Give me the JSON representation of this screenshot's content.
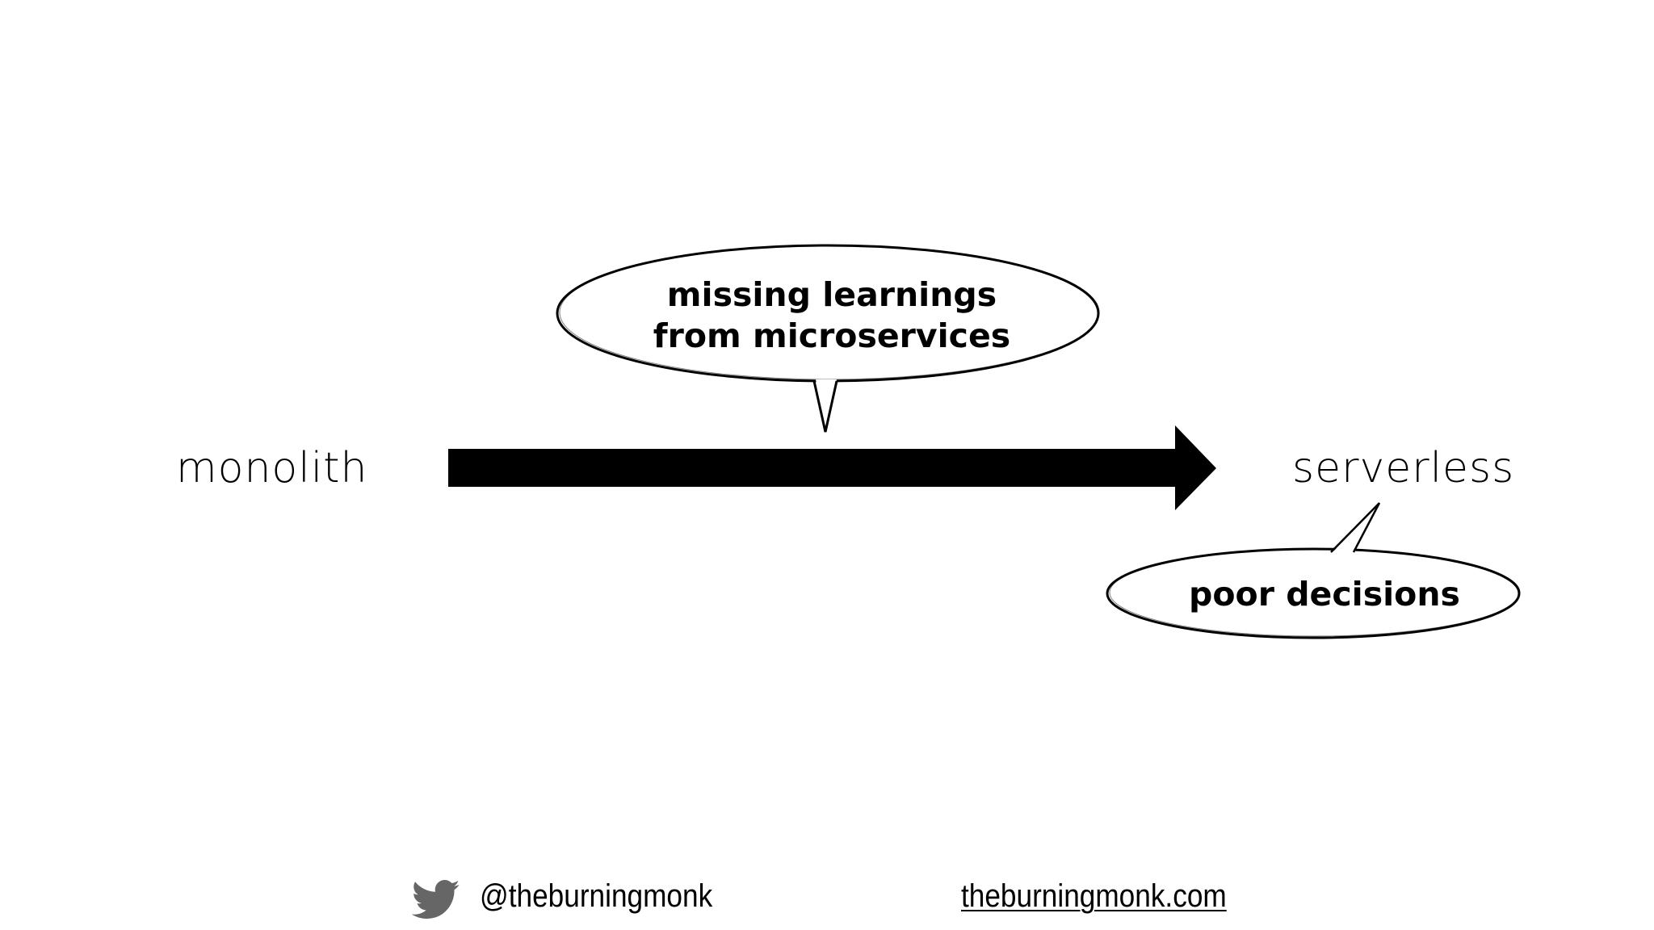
{
  "diagram": {
    "from_node": "monolith",
    "to_node": "serverless",
    "callouts": {
      "top": {
        "lines": [
          "missing learnings",
          "from microservices"
        ]
      },
      "bottom": {
        "text": "poor decisions"
      }
    }
  },
  "footer": {
    "icon": "twitter-bird-icon",
    "handle": "@theburningmonk",
    "website": "theburningmonk.com"
  },
  "colors": {
    "background": "#ffffff",
    "ink": "#000000",
    "icon": "#666666"
  }
}
